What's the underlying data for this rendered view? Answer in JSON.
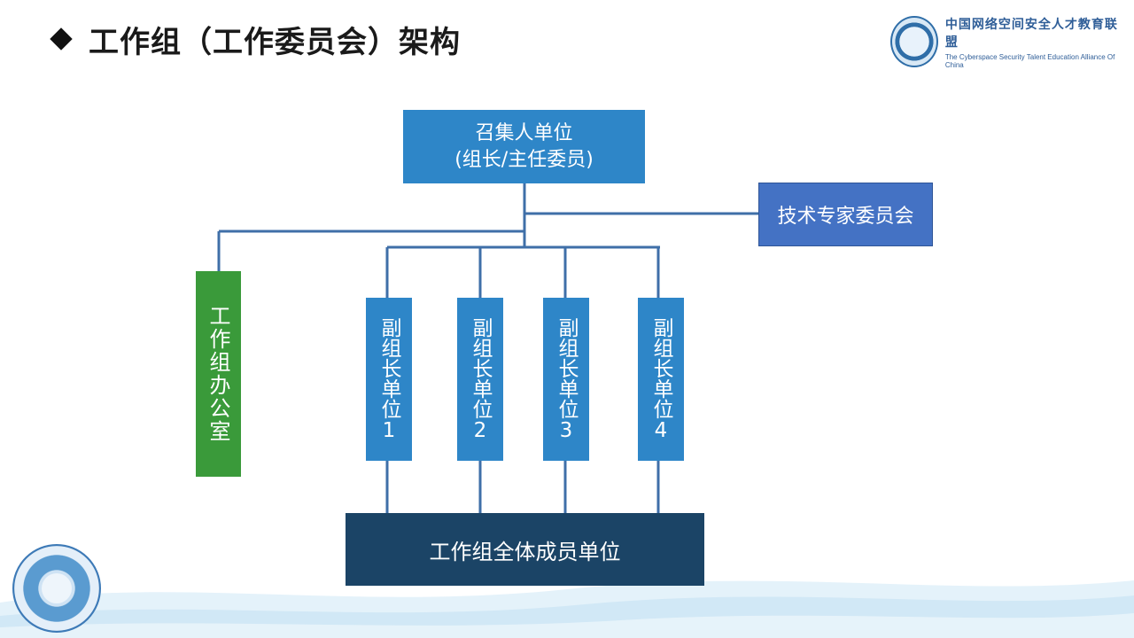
{
  "title": "工作组（工作委员会）架构",
  "logo": {
    "name_cn": "中国网络空间安全人才教育联盟",
    "name_en": "The Cyberspace Security Talent Education Alliance Of China"
  },
  "org": {
    "convener_line1": "召集人单位",
    "convener_line2": "(组长/主任委员)",
    "expert_committee": "技术专家委员会",
    "office": "工作组办公室",
    "deputies": [
      "副组长单位1",
      "副组长单位2",
      "副组长单位3",
      "副组长单位4"
    ],
    "all_members": "工作组全体成员单位"
  },
  "colors": {
    "box_blue": "#2e86c8",
    "expert_blue": "#4472c4",
    "office_green": "#3a9a3a",
    "members_navy": "#1b4466",
    "connector": "#3f6fa8"
  }
}
